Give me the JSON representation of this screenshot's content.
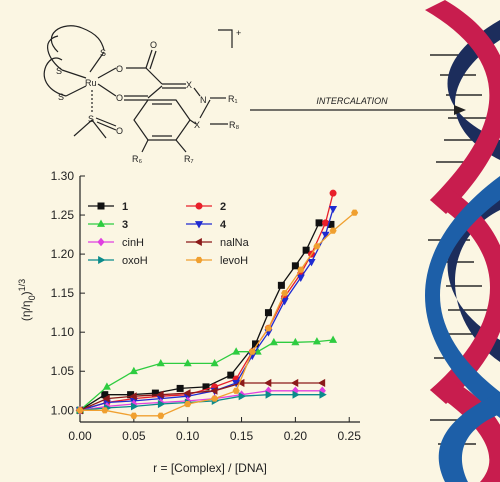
{
  "scheme": {
    "arrow_label": "INTERCALATION",
    "charge": "+",
    "atoms": {
      "ru": "Ru",
      "s": "S",
      "o": "O",
      "n": "N",
      "x": "X",
      "r1": "R₁",
      "r6": "R₆",
      "r7": "R₇",
      "r8": "R₈"
    }
  },
  "colors": {
    "background": "#fbf6e3",
    "dna_red": "#c81d4e",
    "dna_blue": "#1d5fa8",
    "dna_navy": "#1c2d5c"
  },
  "chart_data": {
    "type": "line",
    "title": "",
    "xlabel": "r = [Complex] / [DNA]",
    "ylabel": "(η/η₀)^1/3",
    "ylabel_parts": {
      "base": "(η/η",
      "sub": "0",
      "close": ")",
      "sup": "1/3"
    },
    "xlim": [
      0.0,
      0.26
    ],
    "ylim": [
      0.985,
      1.3
    ],
    "xticks": [
      0.0,
      0.05,
      0.1,
      0.15,
      0.2,
      0.25
    ],
    "xtick_labels": [
      "0.00",
      "0.05",
      "0.10",
      "0.15",
      "0.20",
      "0.25"
    ],
    "yticks": [
      1.0,
      1.05,
      1.1,
      1.15,
      1.2,
      1.25,
      1.3
    ],
    "ytick_labels": [
      "1.00",
      "1.05",
      "1.10",
      "1.15",
      "1.20",
      "1.25",
      "1.30"
    ],
    "legend_position": "top-left",
    "series": [
      {
        "name": "1",
        "bold": true,
        "color": "#111111",
        "marker": "square",
        "x": [
          0.0,
          0.023,
          0.047,
          0.07,
          0.093,
          0.117,
          0.14,
          0.163,
          0.175,
          0.187,
          0.2,
          0.21,
          0.222,
          0.233
        ],
        "y": [
          1.0,
          1.02,
          1.02,
          1.022,
          1.028,
          1.03,
          1.045,
          1.085,
          1.125,
          1.16,
          1.185,
          1.205,
          1.24,
          1.238
        ]
      },
      {
        "name": "2",
        "bold": true,
        "color": "#e8202a",
        "marker": "circle",
        "x": [
          0.0,
          0.025,
          0.05,
          0.075,
          0.1,
          0.125,
          0.145,
          0.16,
          0.175,
          0.19,
          0.205,
          0.215,
          0.228,
          0.235
        ],
        "y": [
          1.0,
          1.01,
          1.015,
          1.018,
          1.02,
          1.03,
          1.04,
          1.075,
          1.105,
          1.145,
          1.175,
          1.2,
          1.24,
          1.278
        ]
      },
      {
        "name": "3",
        "bold": true,
        "color": "#2ecc40",
        "marker": "triangle-up",
        "x": [
          0.0,
          0.025,
          0.05,
          0.075,
          0.1,
          0.125,
          0.145,
          0.165,
          0.18,
          0.2,
          0.22,
          0.235
        ],
        "y": [
          1.0,
          1.03,
          1.05,
          1.06,
          1.06,
          1.06,
          1.075,
          1.075,
          1.087,
          1.087,
          1.088,
          1.09
        ]
      },
      {
        "name": "4",
        "bold": true,
        "color": "#1f2bd1",
        "marker": "triangle-down",
        "x": [
          0.0,
          0.025,
          0.05,
          0.075,
          0.1,
          0.125,
          0.145,
          0.16,
          0.175,
          0.19,
          0.205,
          0.215,
          0.228,
          0.235
        ],
        "y": [
          1.0,
          1.01,
          1.012,
          1.015,
          1.018,
          1.025,
          1.035,
          1.07,
          1.1,
          1.14,
          1.17,
          1.19,
          1.225,
          1.258
        ]
      },
      {
        "name": "cinH",
        "bold": false,
        "color": "#e040e0",
        "marker": "diamond",
        "x": [
          0.0,
          0.025,
          0.05,
          0.075,
          0.1,
          0.125,
          0.15,
          0.175,
          0.2,
          0.225
        ],
        "y": [
          1.0,
          1.005,
          1.008,
          1.01,
          1.012,
          1.015,
          1.02,
          1.025,
          1.025,
          1.025
        ]
      },
      {
        "name": "nalNa",
        "bold": false,
        "color": "#8b1a1a",
        "marker": "triangle-left",
        "x": [
          0.0,
          0.025,
          0.05,
          0.075,
          0.1,
          0.125,
          0.15,
          0.175,
          0.2,
          0.225
        ],
        "y": [
          1.0,
          1.015,
          1.018,
          1.02,
          1.022,
          1.025,
          1.035,
          1.035,
          1.035,
          1.035
        ]
      },
      {
        "name": "oxoH",
        "bold": false,
        "color": "#0b8b8b",
        "marker": "triangle-right",
        "x": [
          0.0,
          0.025,
          0.05,
          0.075,
          0.1,
          0.125,
          0.15,
          0.175,
          0.2,
          0.225
        ],
        "y": [
          1.0,
          1.003,
          1.005,
          1.008,
          1.01,
          1.012,
          1.018,
          1.02,
          1.02,
          1.02
        ]
      },
      {
        "name": "levoH",
        "bold": false,
        "color": "#f0a030",
        "marker": "hexagon",
        "x": [
          0.0,
          0.023,
          0.05,
          0.075,
          0.1,
          0.125,
          0.145,
          0.16,
          0.175,
          0.19,
          0.205,
          0.22,
          0.235,
          0.255
        ],
        "y": [
          1.0,
          1.0,
          0.993,
          0.993,
          1.008,
          1.015,
          1.025,
          1.075,
          1.105,
          1.15,
          1.18,
          1.21,
          1.23,
          1.253
        ]
      }
    ]
  }
}
